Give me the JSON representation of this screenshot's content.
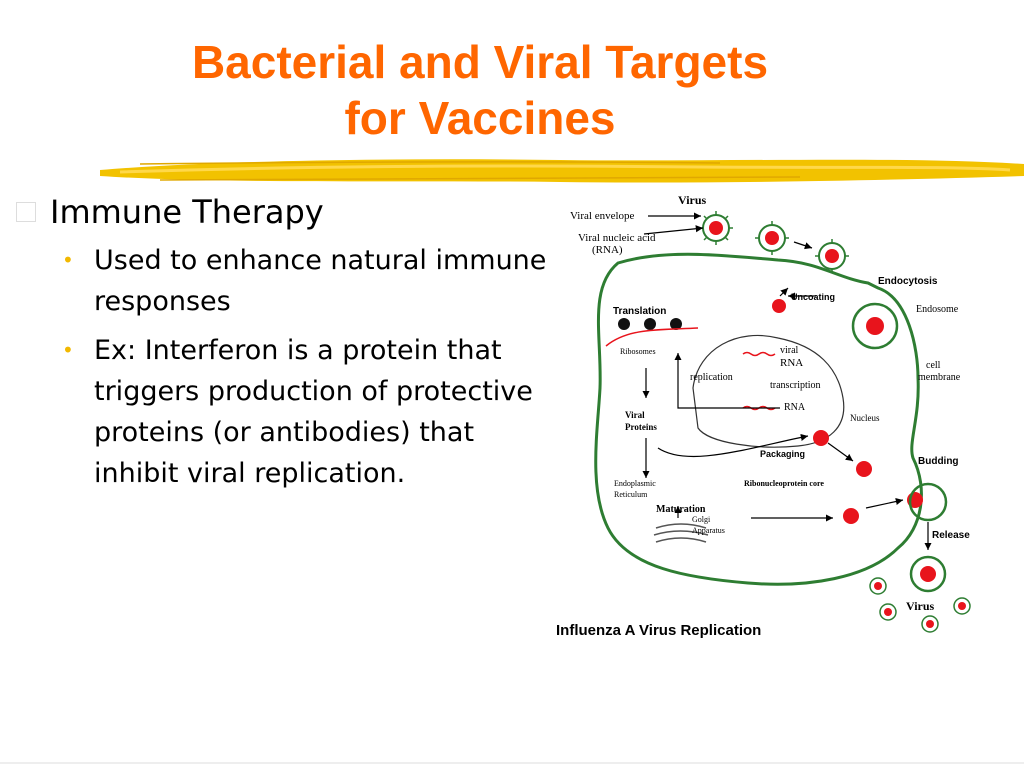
{
  "slide": {
    "title_line1": "Bacterial and Viral Targets",
    "title_line2": "for Vaccines",
    "bullet_main": "Immune Therapy",
    "sub_bullets": [
      "Used to enhance natural immune responses",
      "Ex: Interferon is a protein that triggers production of protective proteins (or antibodies) that inhibit viral replication."
    ]
  },
  "diagram": {
    "caption": "Influenza A Virus Replication",
    "labels": {
      "virus_top": "Virus",
      "viral_envelope": "Viral envelope",
      "viral_nucleic_acid": "Viral nucleic acid",
      "rna_paren": "(RNA)",
      "endocytosis": "Endocytosis",
      "uncoating": "Uncoating",
      "endosome": "Endosome",
      "translation": "Translation",
      "ribosomes": "Ribosomes",
      "viral": "viral",
      "rna_upper": "RNA",
      "replication": "replication",
      "transcription": "transcription",
      "rna": "RNA",
      "cell": "cell",
      "membrane": "membrane",
      "viral_proteins_1": "Viral",
      "viral_proteins_2": "Proteins",
      "nucleus": "Nucleus",
      "packaging": "Packaging",
      "budding": "Budding",
      "endoplasmic": "Endoplasmic",
      "reticulum": "Reticulum",
      "rnp_core": "Ribonucleoprotein core",
      "maturation": "Maturation",
      "golgi": "Golgi",
      "apparatus": "Apparatus",
      "release": "Release",
      "virus_bottom": "Virus"
    },
    "colors": {
      "membrane": "#2e7d32",
      "virus_red": "#e8141c",
      "title_orange": "#ff6600",
      "bullet_yellow": "#f2b800"
    }
  }
}
